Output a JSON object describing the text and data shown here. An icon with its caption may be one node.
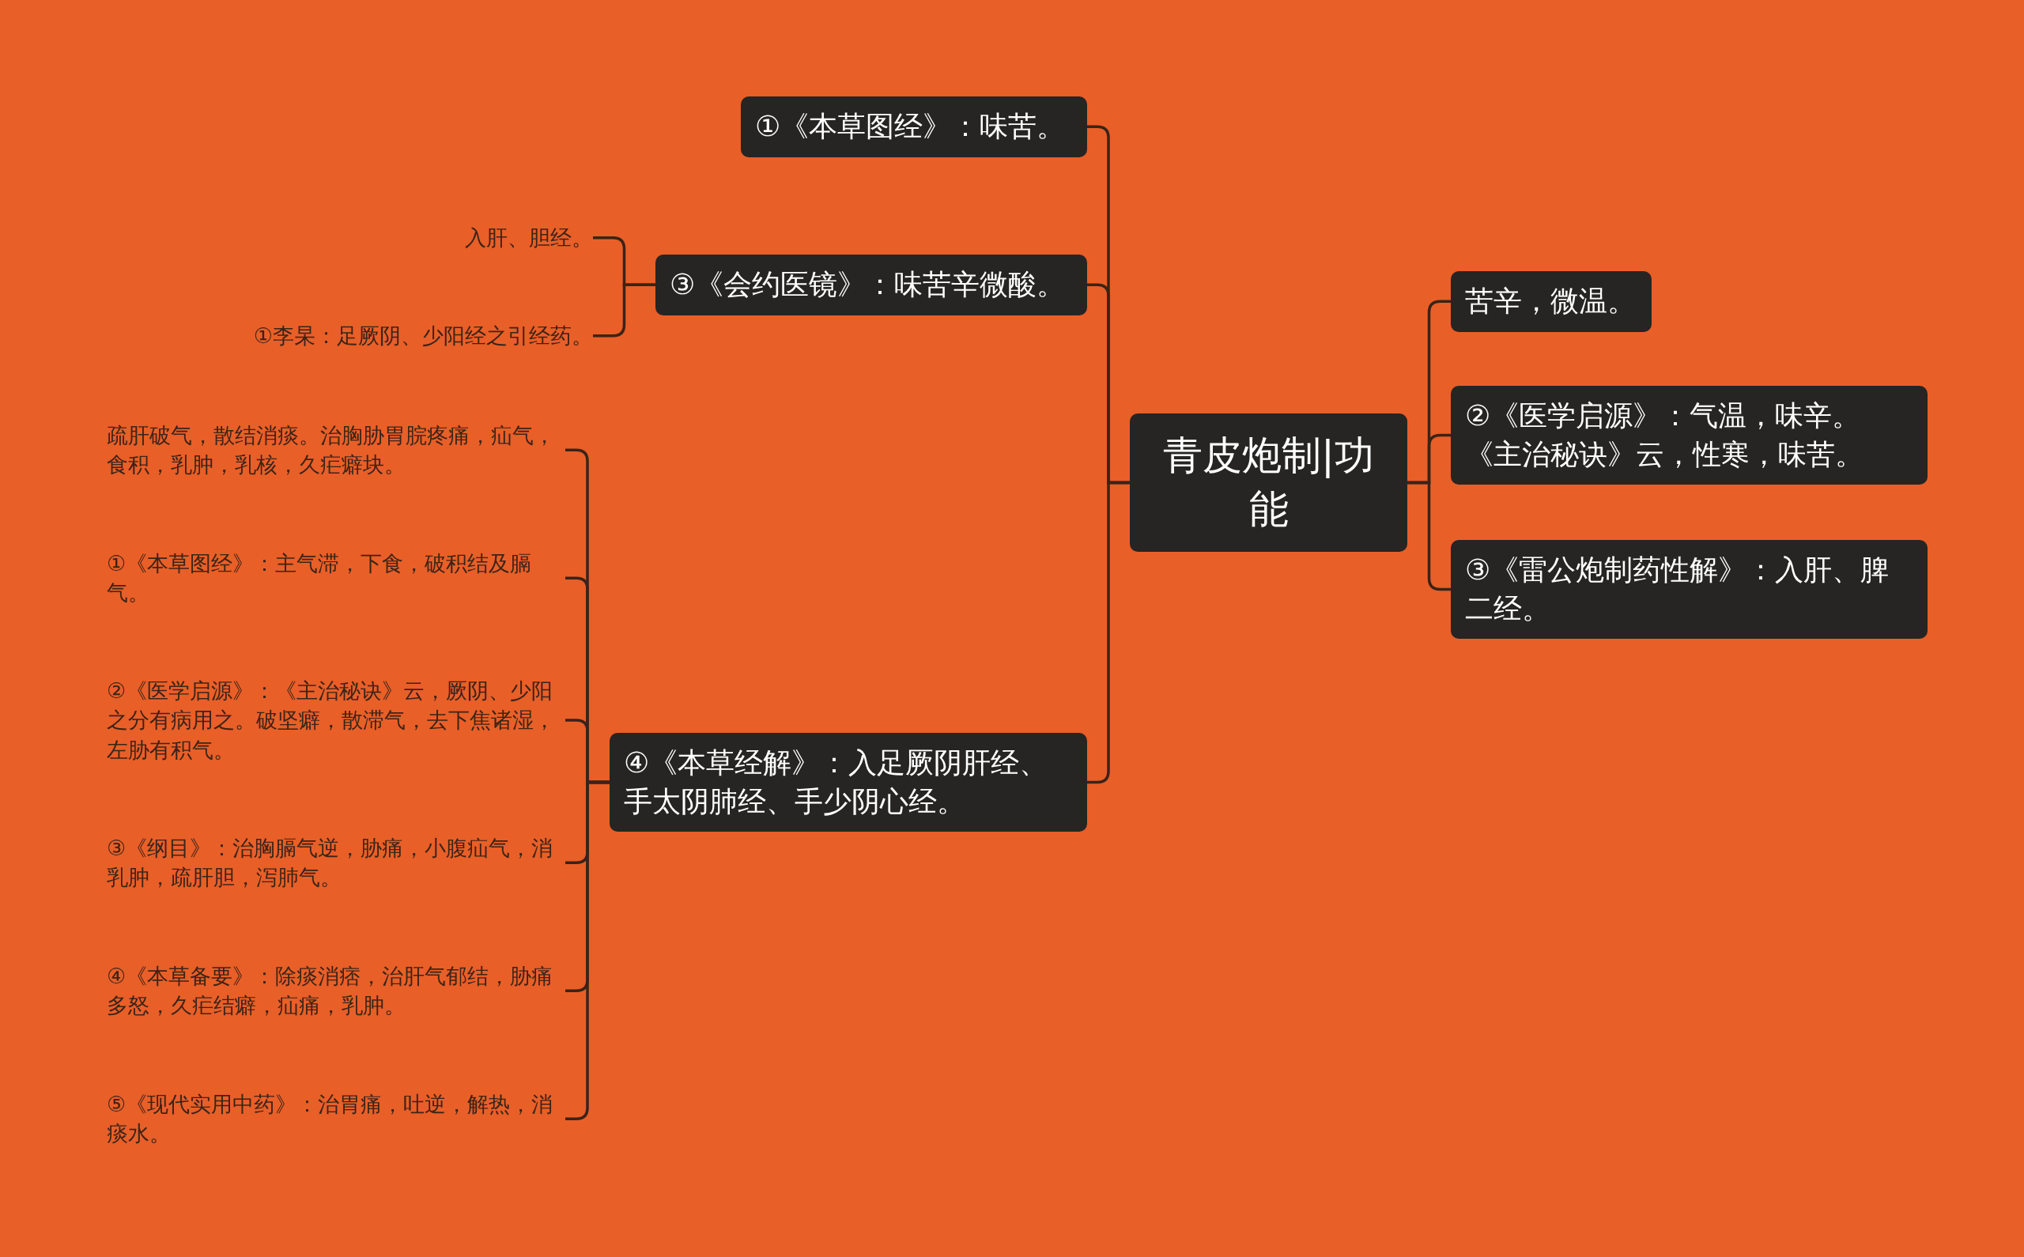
{
  "diagram": {
    "nodes": [
      {
        "text": [
          "青皮炮制|功能"
        ]
      },
      {
        "text": [
          "①《本草图经》：味苦。"
        ]
      },
      {
        "text": [
          "③《会约医镜》：味苦辛微酸。"
        ]
      },
      {
        "text": [
          "入肝、胆经。"
        ]
      },
      {
        "text": [
          "①李杲：足厥阴、少阳经之引经药。"
        ]
      },
      {
        "text": [
          "④《本草经解》：入足厥阴肝经、手太阴肺经、手少阴心经。"
        ]
      },
      {
        "text": [
          "疏肝破气，散结消痰。治胸胁胃脘疼痛，疝气，食积，乳肿，乳核，久疟癖块。"
        ]
      },
      {
        "text": [
          "①《本草图经》：主气滞，下食，破积结及膈气。"
        ]
      },
      {
        "text": [
          "②《医学启源》：《主治秘诀》云，厥阴、少阳之分有病用之。破坚癖，散滞气，去下焦诸湿，左胁有积气。"
        ]
      },
      {
        "text": [
          "③《纲目》：治胸膈气逆，胁痛，小腹疝气，消乳肿，疏肝胆，泻肺气。"
        ]
      },
      {
        "text": [
          "④《本草备要》：除痰消痞，治肝气郁结，胁痛多怒，久疟结癖，疝痛，乳肿。"
        ]
      },
      {
        "text": [
          "⑤《现代实用中药》：治胃痛，吐逆，解热，消痰水。"
        ]
      },
      {
        "text": [
          "苦辛，微温。"
        ]
      },
      {
        "text": [
          "②《医学启源》：气温，味辛。《主治秘诀》云，性寒，味苦。"
        ]
      },
      {
        "text": [
          "③《雷公炮制药性解》：入肝、脾二经。"
        ]
      }
    ],
    "edges": [
      {
        "from": 0,
        "to": 1,
        "arrow": "none"
      },
      {
        "from": 0,
        "to": 2,
        "arrow": "none"
      },
      {
        "from": 2,
        "to": 3,
        "arrow": "none"
      },
      {
        "from": 2,
        "to": 4,
        "arrow": "none"
      },
      {
        "from": 0,
        "to": 5,
        "arrow": "none"
      },
      {
        "from": 5,
        "to": 6,
        "arrow": "none"
      },
      {
        "from": 5,
        "to": 7,
        "arrow": "none"
      },
      {
        "from": 5,
        "to": 8,
        "arrow": "none"
      },
      {
        "from": 5,
        "to": 9,
        "arrow": "none"
      },
      {
        "from": 5,
        "to": 10,
        "arrow": "none"
      },
      {
        "from": 5,
        "to": 11,
        "arrow": "none"
      },
      {
        "from": 0,
        "to": 12,
        "arrow": "none"
      },
      {
        "from": 0,
        "to": 13,
        "arrow": "none"
      },
      {
        "from": 0,
        "to": 14,
        "arrow": "none"
      }
    ]
  }
}
